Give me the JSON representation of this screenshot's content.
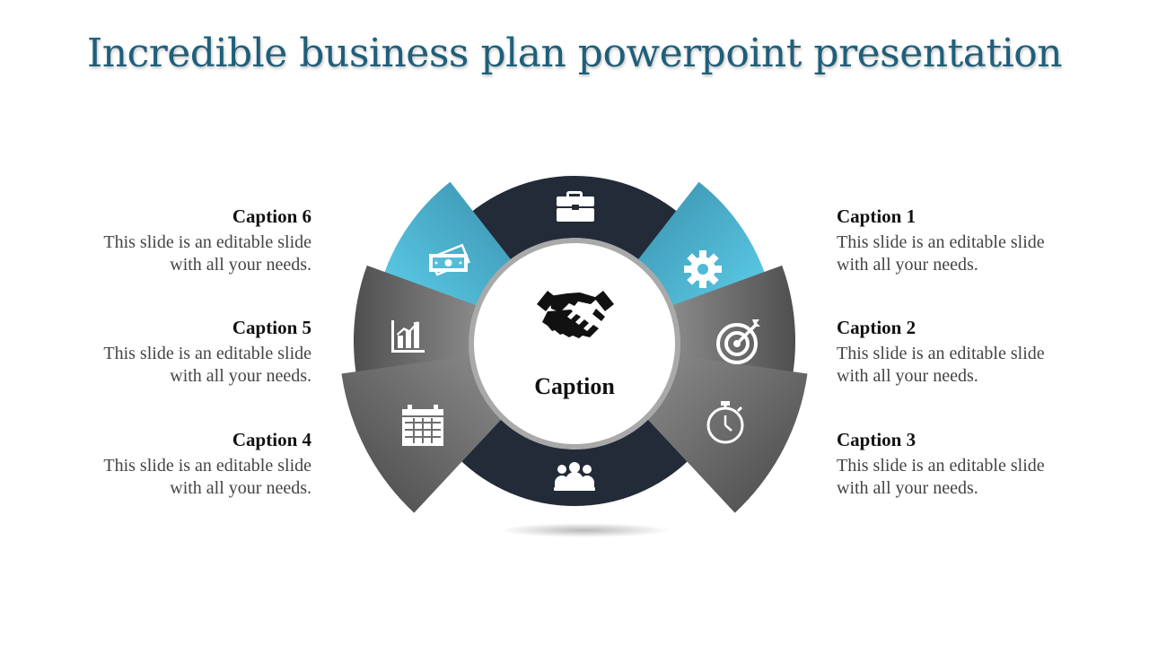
{
  "slide": {
    "title": "Incredible business plan powerpoint presentation",
    "center_caption": "Caption",
    "captions": [
      {
        "heading": "Caption 1",
        "line1": "This slide is an editable slide",
        "line2": "with all your needs."
      },
      {
        "heading": "Caption 2",
        "line1": "This slide is an editable slide",
        "line2": "with all your needs."
      },
      {
        "heading": "Caption 3",
        "line1": "This slide is an editable slide",
        "line2": "with all your needs."
      },
      {
        "heading": "Caption 4",
        "line1": "This slide is an editable slide",
        "line2": "with all your needs."
      },
      {
        "heading": "Caption 5",
        "line1": "This slide is an editable slide",
        "line2": "with all your needs."
      },
      {
        "heading": "Caption 6",
        "line1": "This slide is an editable slide",
        "line2": "with all your needs."
      }
    ]
  },
  "icons": {
    "top": "briefcase-icon",
    "bottom": "team-icon",
    "center": "handshake-icon",
    "segment1": "gear-icon",
    "segment2": "target-icon",
    "segment3": "stopwatch-icon",
    "segment4": "calendar-icon",
    "segment5": "bar-chart-icon",
    "segment6": "money-icon"
  },
  "colors": {
    "title": "#1f5f7a",
    "ring": "#232b38",
    "accent_blue": "#4fc3e0",
    "segment_gray": "#666666",
    "center_border": "#a0a0a0"
  }
}
